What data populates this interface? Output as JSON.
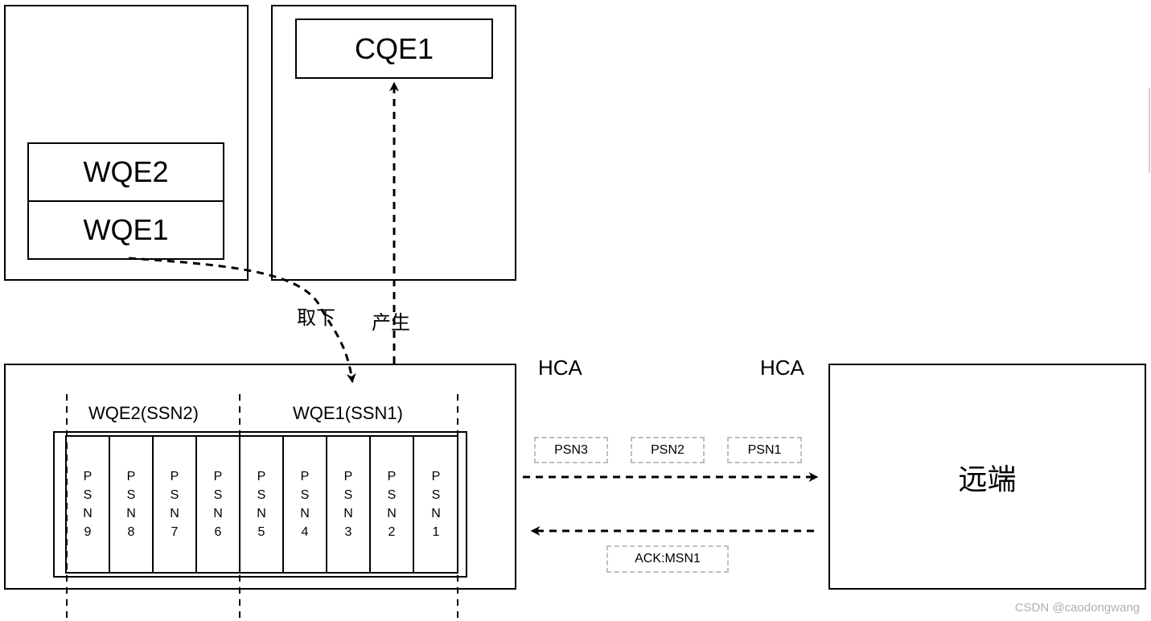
{
  "send_queue": {
    "wqe_top": "WQE2",
    "wqe_bottom": "WQE1"
  },
  "completion_queue": {
    "cqe": "CQE1"
  },
  "labels": {
    "fetch": "取下",
    "produce": "产生",
    "hca_local": "HCA",
    "hca_remote": "HCA"
  },
  "local_hca": {
    "group_left": "WQE2(SSN2)",
    "group_right": "WQE1(SSN1)",
    "packets": [
      [
        "P",
        "S",
        "N",
        "9"
      ],
      [
        "P",
        "S",
        "N",
        "8"
      ],
      [
        "P",
        "S",
        "N",
        "7"
      ],
      [
        "P",
        "S",
        "N",
        "6"
      ],
      [
        "P",
        "S",
        "N",
        "5"
      ],
      [
        "P",
        "S",
        "N",
        "4"
      ],
      [
        "P",
        "S",
        "N",
        "3"
      ],
      [
        "P",
        "S",
        "N",
        "2"
      ],
      [
        "P",
        "S",
        "N",
        "1"
      ]
    ]
  },
  "in_flight": [
    "PSN3",
    "PSN2",
    "PSN1"
  ],
  "ack": "ACK:MSN1",
  "remote": {
    "label": "远端"
  },
  "watermark": "CSDN @caodongwang"
}
